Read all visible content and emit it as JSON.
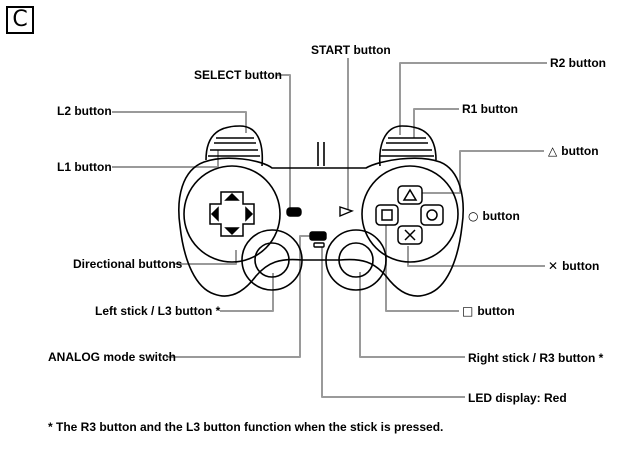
{
  "figure": {
    "badge": "C",
    "footnote": "* The R3 button and the L3 button function when the stick is pressed."
  },
  "labels": {
    "start": "START button",
    "select": "SELECT button",
    "r2": "R2 button",
    "l2": "L2 button",
    "r1": "R1 button",
    "l1": "L1 button",
    "triangle_symbol": "△",
    "triangle": "button",
    "circle_symbol": "○",
    "circle": "button",
    "cross_symbol": "✕",
    "cross": "button",
    "square_symbol": "□",
    "square": "button",
    "directional": "Directional buttons",
    "left_stick": "Left stick / L3 button *",
    "analog": "ANALOG mode switch",
    "right_stick": "Right stick / R3 button *",
    "led": "LED display: Red"
  },
  "colors": {
    "line": "#000000",
    "leader": "#9a9a9a",
    "background": "#ffffff"
  }
}
